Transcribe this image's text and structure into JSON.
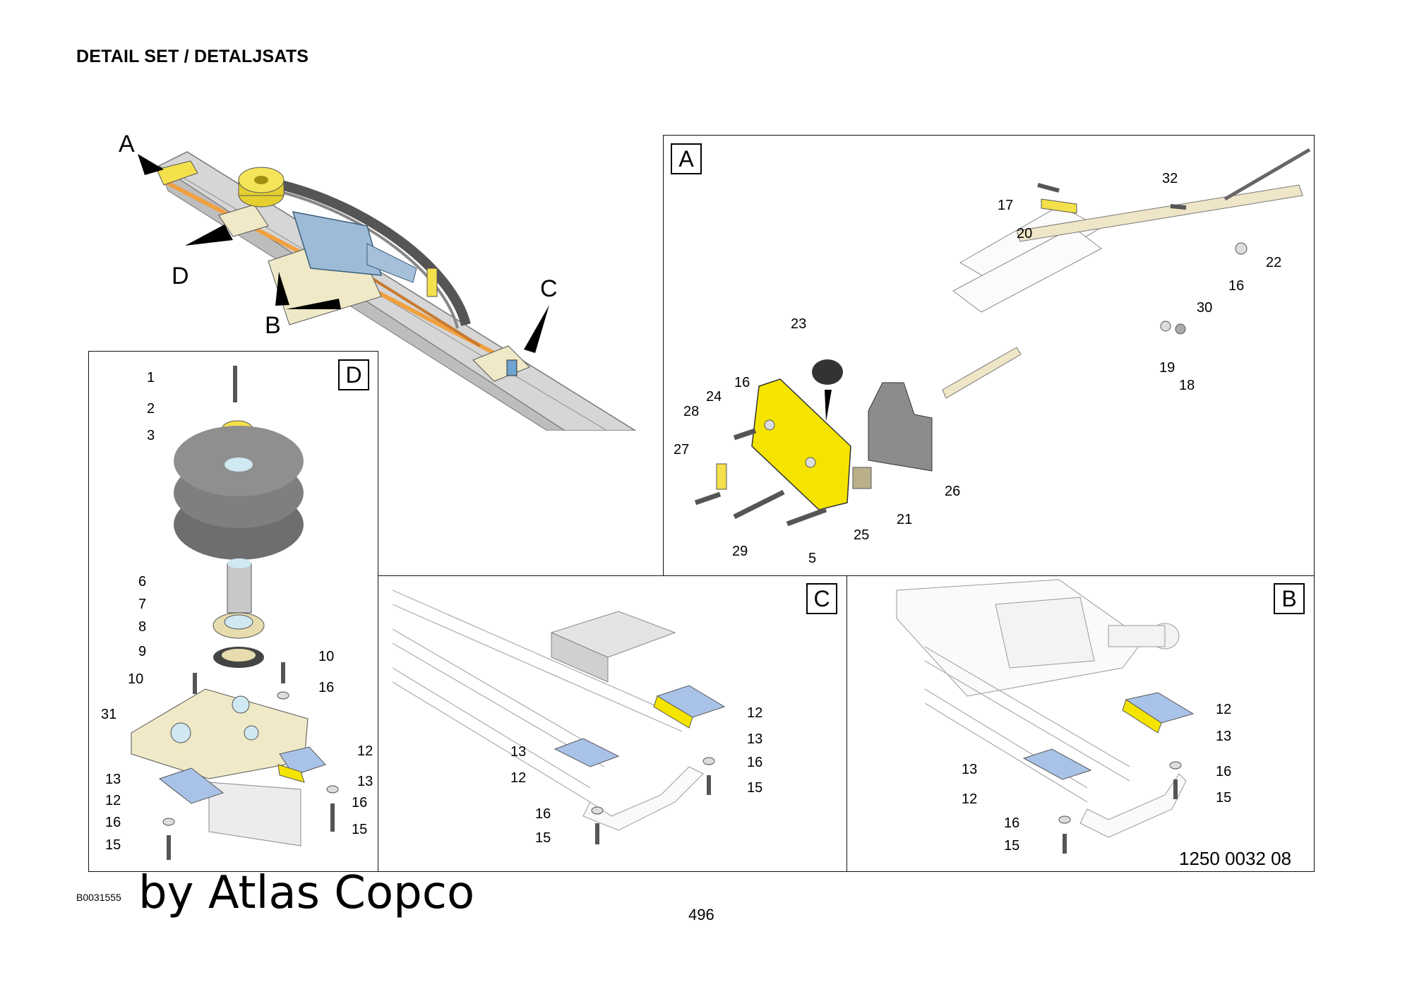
{
  "header": {
    "title": "DETAIL SET / DETALJSATS"
  },
  "overview": {
    "callouts": [
      "A",
      "B",
      "C",
      "D"
    ]
  },
  "panels": {
    "A": {
      "letter": "A",
      "labels": [
        "17",
        "20",
        "32",
        "22",
        "16",
        "30",
        "23",
        "19",
        "18",
        "16",
        "24",
        "28",
        "27",
        "26",
        "21",
        "25",
        "29",
        "5"
      ]
    },
    "B": {
      "letter": "B",
      "labels": [
        "12",
        "13",
        "16",
        "15",
        "13",
        "12",
        "16",
        "15"
      ]
    },
    "C": {
      "letter": "C",
      "labels": [
        "12",
        "13",
        "16",
        "15",
        "13",
        "12",
        "16",
        "15"
      ]
    },
    "D": {
      "letter": "D",
      "labels": [
        "1",
        "2",
        "3",
        "6",
        "7",
        "8",
        "9",
        "10",
        "10",
        "16",
        "31",
        "12",
        "13",
        "13",
        "12",
        "16",
        "16",
        "15",
        "15"
      ]
    }
  },
  "footer": {
    "source_id": "B0031555",
    "watermark": "by Atlas Copco",
    "page_number": "496",
    "drawing_number": "1250 0032 08"
  },
  "colors": {
    "highlight_yellow": "#f7e400",
    "blue_part": "#a9c2e8",
    "gray_part": "#8c8c8c",
    "rail": "#d9d9d9"
  }
}
